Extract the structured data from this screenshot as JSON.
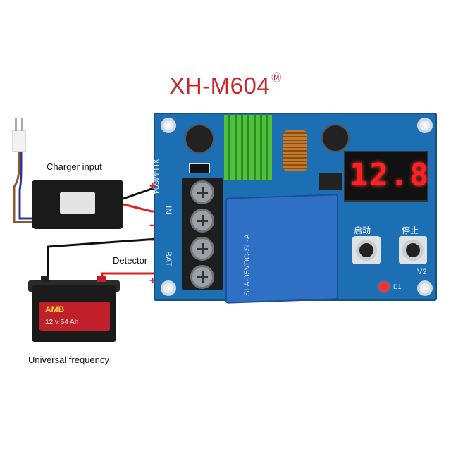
{
  "title": {
    "model": "XH-M604",
    "mark": "Ⓜ"
  },
  "labels": {
    "charger_input": "Charger input",
    "detector": "Detector",
    "universal_frequency": "Universal frequency"
  },
  "board": {
    "silkscreen_model": "XH-M604",
    "terminal_in": "IN",
    "terminal_bat": "BAT",
    "display_value": "12.8",
    "button_start": "启动",
    "button_stop": "停止",
    "relay_text": "SLA-05VDC-SL-A",
    "v2_mark": "V2",
    "d1_mark": "D1"
  },
  "battery": {
    "brand": "AMB",
    "spec": "12 v 54 Ah"
  },
  "polarity": {
    "plus": "+",
    "minus": "−"
  },
  "colors": {
    "pcb": "#1d6fb3",
    "title": "#c8262a",
    "display": "#ff2020",
    "wire_red": "#e01f1f"
  }
}
